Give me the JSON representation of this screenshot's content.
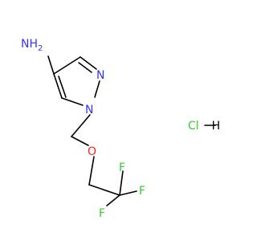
{
  "colors": {
    "background": "#ffffff",
    "bond": "#000000",
    "nitrogen": "#3333ff",
    "oxygen": "#ff2020",
    "fluorine": "#33cc33",
    "chlorine": "#33cc33"
  },
  "atoms": {
    "amine": "NH",
    "amine_sub": "2",
    "n1": "N",
    "n2": "N",
    "oxygen": "O",
    "f_top": "F",
    "f_right": "F",
    "f_bottom": "F",
    "hcl": "Cl–H"
  }
}
